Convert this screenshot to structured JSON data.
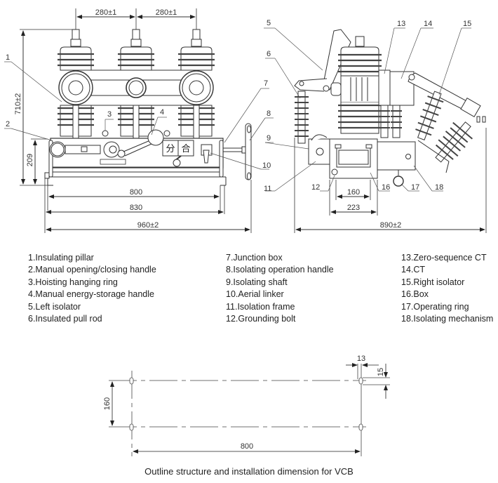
{
  "title": "Outline structure and installation dimension for VCB",
  "front_view": {
    "dimensions": {
      "pitch_left": "280±1",
      "pitch_right": "280±1",
      "overall_height": "710±2",
      "frame_height": "209",
      "mount_span": "800",
      "frame_width": "830",
      "overall_width": "960±2"
    },
    "panel_chars": {
      "open": "分",
      "close": "合"
    },
    "callouts": [
      "1",
      "2",
      "3",
      "4",
      "7",
      "8",
      "9",
      "10",
      "11"
    ]
  },
  "side_view": {
    "dimensions": {
      "inner_width": "160",
      "box_width": "223",
      "overall_width": "890±2"
    },
    "callouts": [
      "5",
      "6",
      "12",
      "13",
      "14",
      "15",
      "16",
      "17",
      "18"
    ]
  },
  "legend": {
    "col1": [
      "1.Insulating pillar",
      "2.Manual opening/closing handle",
      "3.Hoisting hanging ring",
      "4.Manual energy-storage handle",
      "5.Left isolator",
      "6.Insulated pull rod"
    ],
    "col2": [
      "7.Junction box",
      "8.Isolating operation handle",
      "9.Isolating shaft",
      "10.Aerial linker",
      "11.Isolation frame",
      "12.Grounding bolt"
    ],
    "col3": [
      "13.Zero-sequence CT",
      "14.CT",
      "15.Right isolator",
      "16.Box",
      "17.Operating ring",
      "18.Isolating mechanism"
    ]
  },
  "installation": {
    "dimensions": {
      "hole_offset_x": "13",
      "hole_offset_y": "15",
      "row_spacing": "160",
      "column_spacing": "800"
    }
  }
}
